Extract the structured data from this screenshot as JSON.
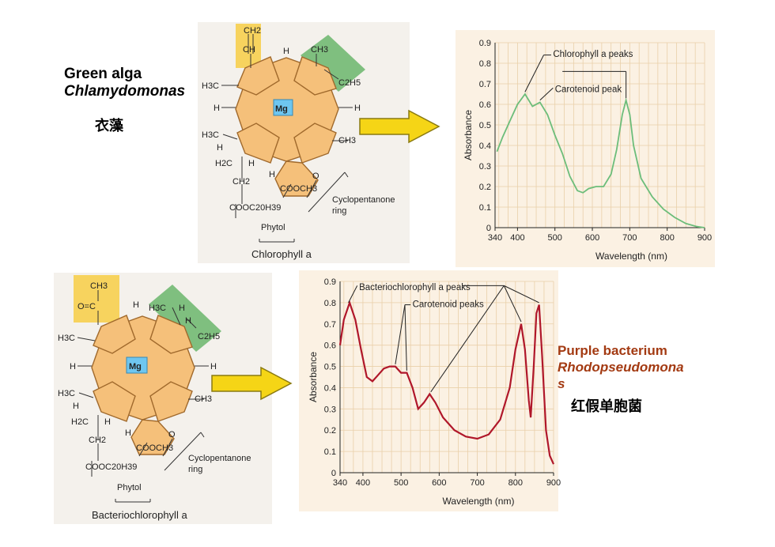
{
  "top": {
    "organism_line1": "Green alga",
    "organism_line2": "Chlamydomonas",
    "organism_cn": "衣藻",
    "molecule_caption": "Chlorophyll a",
    "labels": {
      "ch2_top": "CH2",
      "ch": "CH",
      "h1": "H",
      "ch3_right": "CH3",
      "c2h5": "C2H5",
      "h3c_left": "H3C",
      "h_left": "H",
      "mg": "Mg",
      "h_right": "H",
      "h3c_low": "H3C",
      "h_low": "H",
      "ch3_low": "CH3",
      "h2c": "H2C",
      "h_a": "H",
      "h_b": "H",
      "ch2": "CH2",
      "o": "O",
      "cooch3": "COOCH3",
      "cooc20h39": "COOC20H39",
      "cyclopentanone": "Cyclopentanone",
      "ring": "ring",
      "phytol": "Phytol"
    }
  },
  "bottom": {
    "organism_line1": "Purple bacterium",
    "organism_line2": "Rhodopseudomona",
    "organism_line3": "s",
    "organism_cn": "红假单胞菌",
    "molecule_caption": "Bacteriochlorophyll a",
    "labels": {
      "ch3_top": "CH3",
      "oc": "O=C",
      "h1": "H",
      "h3c_r": "H3C",
      "h_r": "H",
      "h_r2": "H",
      "c2h5": "C2H5",
      "h3c_left": "H3C",
      "h_left": "H",
      "mg": "Mg",
      "h_right": "H",
      "h3c_low": "H3C",
      "h_low": "H",
      "ch3_low": "CH3",
      "h2c": "H2C",
      "h_a": "H",
      "h_b": "H",
      "ch2": "CH2",
      "o": "O",
      "cooch3": "COOCH3",
      "cooc20h39": "COOC20H39",
      "cyclopentanone": "Cyclopentanone",
      "ring": "ring",
      "phytol": "Phytol"
    }
  },
  "colors": {
    "ring_fill": "#f5c07a",
    "ring_stroke": "#a0692c",
    "highlight_yellow": "#f7d35e",
    "highlight_green": "#7fbf7f",
    "mg_fill": "#6ec6f0",
    "arrow_fill": "#f5d516",
    "green_curve": "#6cbd7a",
    "red_curve": "#b0172a",
    "purple_title": "#a33a12"
  },
  "chart_data": [
    {
      "type": "line",
      "xlabel": "Wavelength (nm)",
      "ylabel": "Absorbance",
      "xlim": [
        340,
        900
      ],
      "ylim": [
        0,
        0.9
      ],
      "x_ticks": [
        340,
        400,
        500,
        600,
        700,
        800,
        900
      ],
      "y_ticks": [
        0,
        0.1,
        0.2,
        0.3,
        0.4,
        0.5,
        0.6,
        0.7,
        0.8,
        0.9
      ],
      "annotations": [
        "Chlorophyll a peaks",
        "Carotenoid peak"
      ],
      "series": [
        {
          "x": [
            345,
            360,
            380,
            400,
            420,
            440,
            460,
            480,
            500,
            520,
            540,
            560,
            575,
            590,
            610,
            630,
            650,
            665,
            680,
            690,
            700,
            710,
            730,
            760,
            790,
            820,
            850,
            880,
            900
          ],
          "y": [
            0.37,
            0.44,
            0.52,
            0.6,
            0.65,
            0.59,
            0.61,
            0.55,
            0.45,
            0.36,
            0.25,
            0.18,
            0.17,
            0.19,
            0.2,
            0.2,
            0.26,
            0.38,
            0.55,
            0.62,
            0.55,
            0.4,
            0.24,
            0.15,
            0.09,
            0.05,
            0.02,
            0.005,
            0
          ]
        }
      ]
    },
    {
      "type": "line",
      "xlabel": "Wavelength (nm)",
      "ylabel": "Absorbance",
      "xlim": [
        340,
        900
      ],
      "ylim": [
        0,
        0.9
      ],
      "x_ticks": [
        340,
        400,
        500,
        600,
        700,
        800,
        900
      ],
      "y_ticks": [
        0,
        0.1,
        0.2,
        0.3,
        0.4,
        0.5,
        0.6,
        0.7,
        0.8,
        0.9
      ],
      "annotations": [
        "Bacteriochlorophyll a peaks",
        "Carotenoid peaks"
      ],
      "series": [
        {
          "x": [
            340,
            350,
            365,
            380,
            395,
            410,
            425,
            440,
            455,
            470,
            485,
            500,
            515,
            530,
            545,
            560,
            575,
            590,
            610,
            640,
            670,
            700,
            730,
            760,
            785,
            800,
            815,
            825,
            835,
            840,
            848,
            855,
            862,
            870,
            880,
            890,
            900
          ],
          "y": [
            0.6,
            0.72,
            0.8,
            0.72,
            0.58,
            0.45,
            0.43,
            0.46,
            0.49,
            0.5,
            0.5,
            0.47,
            0.47,
            0.4,
            0.3,
            0.33,
            0.37,
            0.33,
            0.26,
            0.2,
            0.17,
            0.16,
            0.18,
            0.25,
            0.4,
            0.58,
            0.7,
            0.58,
            0.34,
            0.26,
            0.5,
            0.75,
            0.79,
            0.55,
            0.2,
            0.08,
            0.04
          ]
        }
      ]
    }
  ]
}
